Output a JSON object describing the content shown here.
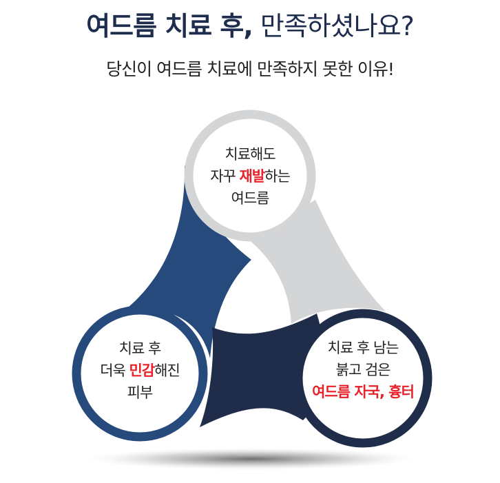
{
  "header": {
    "title_bold": "여드름 치료 후,",
    "title_light": " 만족하셨나요?",
    "subtitle": "당신이 여드름 치료에 만족하지 못한 이유!"
  },
  "colors": {
    "title": "#1e2d4d",
    "gray_ring": "#d4d5d7",
    "blue_ring": "#264a7c",
    "navy_ring": "#1f2d4a",
    "highlight": "#e8202a"
  },
  "circles": [
    {
      "position": "top",
      "lines": [
        {
          "before": "치료해도",
          "highlight": "",
          "after": ""
        },
        {
          "before": "자꾸 ",
          "highlight": "재발",
          "after": "하는"
        },
        {
          "before": "여드름",
          "highlight": "",
          "after": ""
        }
      ]
    },
    {
      "position": "bottom-left",
      "lines": [
        {
          "before": "치료 후",
          "highlight": "",
          "after": ""
        },
        {
          "before": "더욱 ",
          "highlight": "민감",
          "after": "해진"
        },
        {
          "before": "피부",
          "highlight": "",
          "after": ""
        }
      ]
    },
    {
      "position": "bottom-right",
      "lines": [
        {
          "before": "치료 후 남는",
          "highlight": "",
          "after": ""
        },
        {
          "before": "붉고 검은",
          "highlight": "",
          "after": ""
        },
        {
          "before": "",
          "highlight": "여드름 자국, 흉터",
          "after": ""
        }
      ]
    }
  ]
}
